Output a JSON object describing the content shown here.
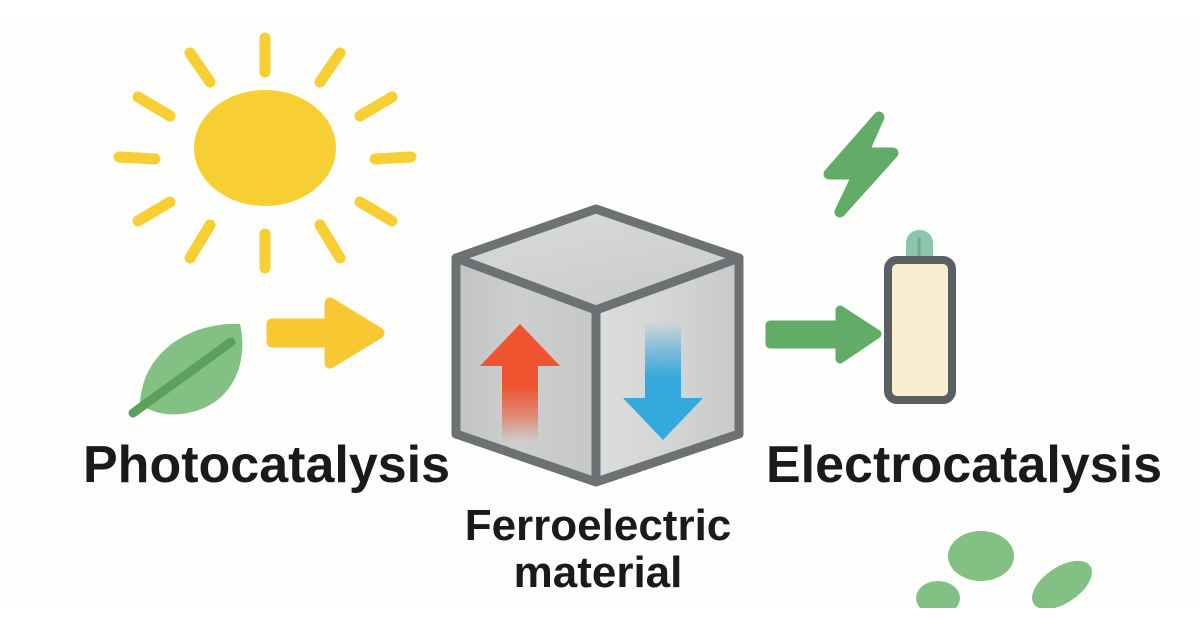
{
  "figure": {
    "type": "scientific-concept-diagram",
    "subject": "Ferroelectric material enabling photocatalysis and electrocatalysis",
    "background_color": "#fdfdfc",
    "page_color": "#ffffff"
  },
  "labels": {
    "left": "Photocatalysis",
    "center_line1": "Ferroelectric",
    "center_line2": "material",
    "right": "Electrocatalysis"
  },
  "icons": {
    "sun": {
      "name": "sun-icon",
      "color": "#f7cf32",
      "ray_count": 12,
      "meaning": "solar light input"
    },
    "leaf": {
      "name": "leaf-icon",
      "color": "#82c183",
      "vein_color": "#5aa05f",
      "meaning": "green sustainable chemistry"
    },
    "arrow_left": {
      "name": "yellow-right-arrow-icon",
      "color": "#f7c832",
      "direction": "right"
    },
    "arrow_right": {
      "name": "green-right-arrow-icon",
      "color": "#62ac68",
      "direction": "right"
    },
    "bolt": {
      "name": "lightning-bolt-icon",
      "color": "#62ac68",
      "meaning": "electrical energy"
    },
    "battery": {
      "name": "battery-icon",
      "body_fill": "#fbedcf",
      "outline": "#5c5f61",
      "cap_fill": "#8cc4ac",
      "meaning": "electrochemical energy storage"
    },
    "blobs": {
      "name": "green-blobs-decoration",
      "color": "#82c183",
      "count": 3
    }
  },
  "cube": {
    "name": "ferroelectric-cube",
    "outline_color": "#6e7174",
    "top_face_color": "#d3d5d5",
    "left_face_color": "#c9cbcb",
    "right_face_color": "#d9dadb",
    "polarization_arrows": [
      {
        "name": "polarization-up-arrow",
        "face": "left",
        "direction": "up",
        "color": "#f0532f",
        "fade": "bottom"
      },
      {
        "name": "polarization-down-arrow",
        "face": "right",
        "direction": "down",
        "color": "#35a8dc",
        "fade": "top"
      }
    ]
  },
  "flow": {
    "steps": [
      "Photocatalysis",
      "Ferroelectric material",
      "Electrocatalysis"
    ],
    "direction": "left-to-right"
  }
}
